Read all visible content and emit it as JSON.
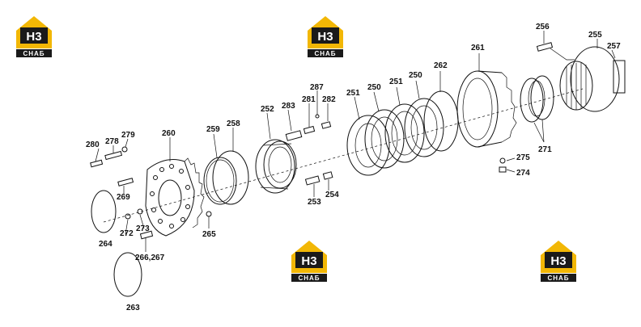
{
  "logo": {
    "text_top": "H3",
    "text_bottom": "СНАБ",
    "color_house": "#f2b705",
    "color_dark": "#1a1a1a"
  },
  "callouts": {
    "c280": "280",
    "c278": "278",
    "c279": "279",
    "c260": "260",
    "c269": "269",
    "c264": "264",
    "c272": "272",
    "c273": "273",
    "c266": "266,267",
    "c263": "263",
    "c259": "259",
    "c258": "258",
    "c265": "265",
    "c252": "252",
    "c283": "283",
    "c287": "287",
    "c281": "281",
    "c282": "282",
    "c253": "253",
    "c254": "254",
    "c251a": "251",
    "c250a": "250",
    "c251b": "251",
    "c250b": "250",
    "c262": "262",
    "c261": "261",
    "c275": "275",
    "c274": "274",
    "c271": "271",
    "c256": "256",
    "c255": "255",
    "c257": "257"
  }
}
